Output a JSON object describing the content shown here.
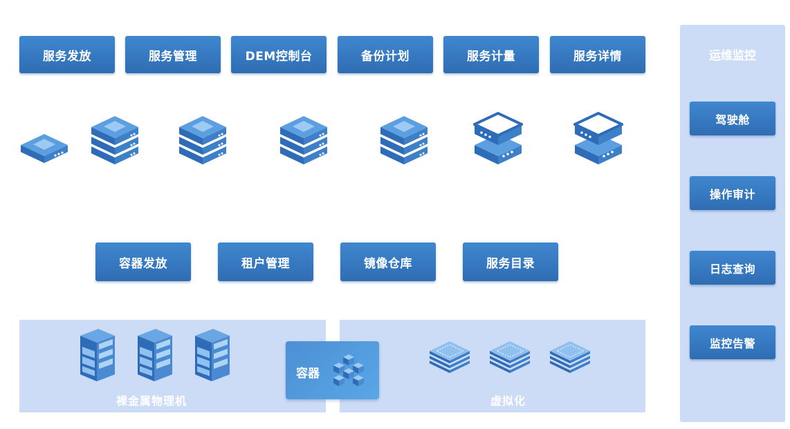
{
  "top_row": [
    {
      "label": "服务发放"
    },
    {
      "label": "服务管理"
    },
    {
      "label": "DEM控制台"
    },
    {
      "label": "备份计划"
    },
    {
      "label": "服务计量"
    },
    {
      "label": "服务详情"
    }
  ],
  "middle_row": [
    {
      "label": "容器发放"
    },
    {
      "label": "租户管理"
    },
    {
      "label": "镜像仓库"
    },
    {
      "label": "服务目录"
    }
  ],
  "bottom": {
    "bare_metal_label": "裸金属物理机",
    "container_label": "容器",
    "virtualization_label": "虚拟化"
  },
  "ops_panel": {
    "title": "运维监控",
    "items": [
      {
        "label": "驾驶舱"
      },
      {
        "label": "操作审计"
      },
      {
        "label": "日志查询"
      },
      {
        "label": "监控告警"
      }
    ]
  },
  "colors": {
    "button": "#3a7cc4",
    "panel": "#cddcf6",
    "icon_dark": "#2f6cb8",
    "icon_light": "#8fc0ef"
  }
}
